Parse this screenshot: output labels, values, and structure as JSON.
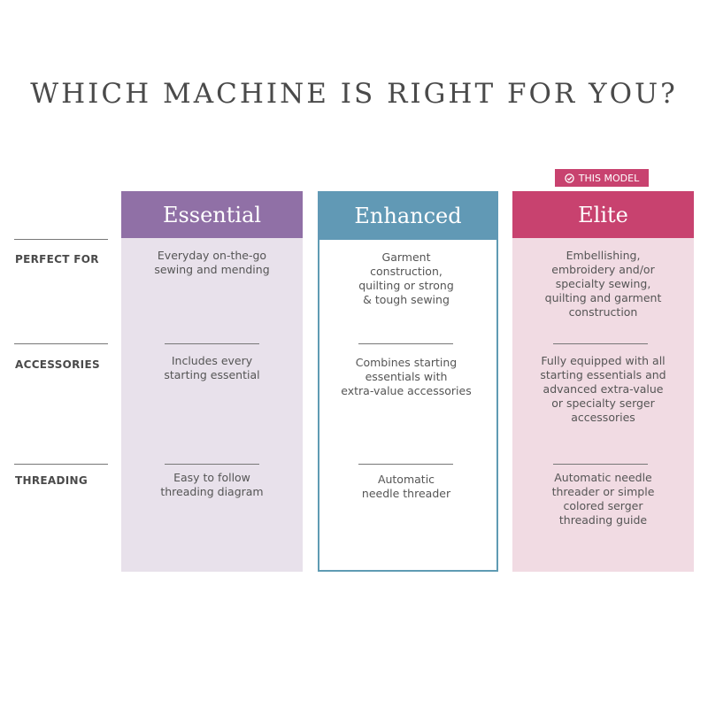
{
  "title": "WHICH MACHINE IS RIGHT FOR YOU?",
  "row_labels": [
    "PERFECT FOR",
    "ACCESSORIES",
    "THREADING"
  ],
  "badge": {
    "label": "THIS MODEL",
    "icon": "check-circle-icon"
  },
  "colors": {
    "essential": "#9070a6",
    "enhanced": "#6199b5",
    "elite": "#c8426f"
  },
  "columns": [
    {
      "name": "Essential",
      "perfect_for": [
        "Everyday on-the-go",
        "sewing and mending"
      ],
      "accessories": [
        "Includes every",
        "starting essential"
      ],
      "threading": [
        "Easy to follow",
        "threading diagram"
      ]
    },
    {
      "name": "Enhanced",
      "perfect_for": [
        "Garment",
        "construction,",
        "quilting or strong",
        "& tough sewing"
      ],
      "accessories": [
        "Combines starting",
        "essentials with",
        "extra-value accessories"
      ],
      "threading": [
        "Automatic",
        "needle threader"
      ]
    },
    {
      "name": "Elite",
      "perfect_for": [
        "Embellishing,",
        "embroidery and/or",
        "specialty sewing,",
        "quilting and garment",
        "construction"
      ],
      "accessories": [
        "Fully equipped with all",
        "starting essentials and",
        "advanced extra-value",
        "or specialty serger",
        "accessories"
      ],
      "threading": [
        "Automatic needle",
        "threader or simple",
        "colored serger",
        "threading guide"
      ]
    }
  ]
}
